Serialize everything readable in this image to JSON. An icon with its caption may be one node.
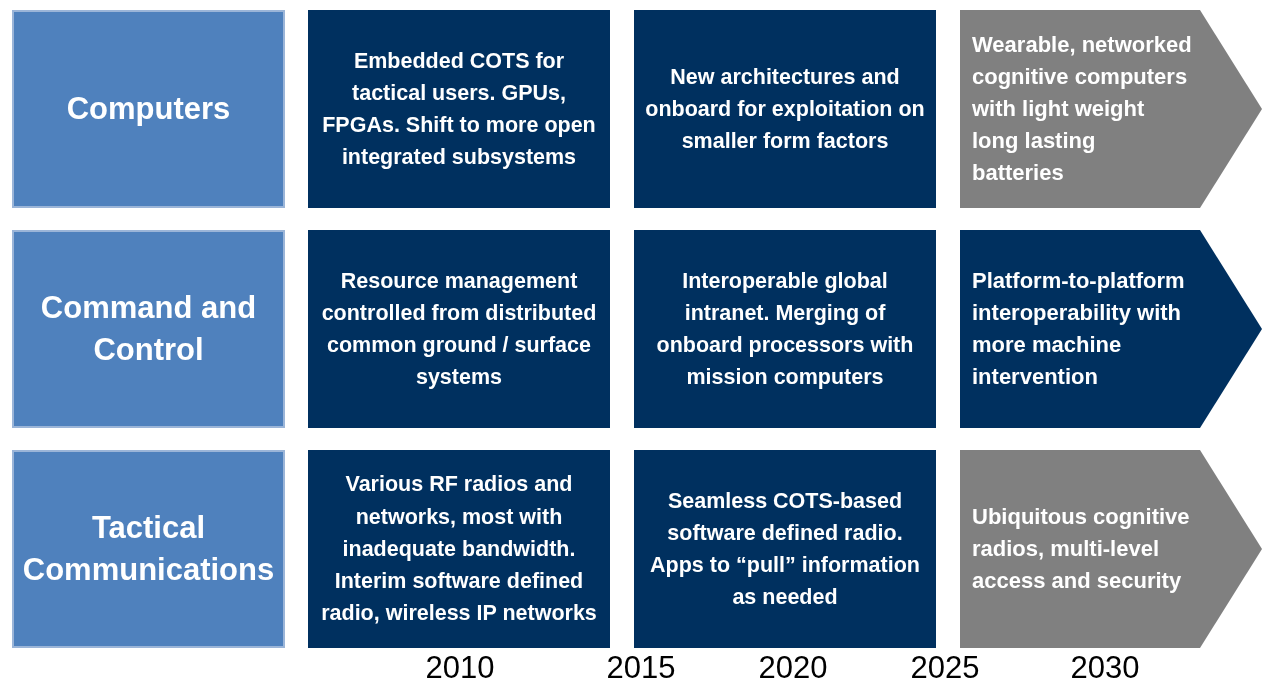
{
  "diagram": {
    "nodes": [
      {
        "text": [
          "Computers"
        ]
      },
      {
        "text": [
          "Embedded COTS for tactical users. GPUs, FPGAs. Shift to more open integrated subsystems"
        ]
      },
      {
        "text": [
          "New architectures and onboard for exploitation on smaller form factors"
        ]
      },
      {
        "text": [
          "Wearable, networked cognitive computers with light weight long lasting batteries"
        ]
      },
      {
        "text": [
          "Command and Control"
        ]
      },
      {
        "text": [
          "Resource management controlled from distributed common ground / surface systems"
        ]
      },
      {
        "text": [
          "Interoperable global intranet. Merging of onboard processors with mission computers"
        ]
      },
      {
        "text": [
          "Platform-to-platform interoperability with more machine intervention"
        ]
      },
      {
        "text": [
          "Tactical Communications"
        ]
      },
      {
        "text": [
          "Various RF radios and networks, most with inadequate bandwidth. Interim software defined radio, wireless IP networks"
        ]
      },
      {
        "text": [
          "Seamless COTS-based software defined radio. Apps to “pull” information as needed"
        ]
      },
      {
        "text": [
          "Ubiquitous cognitive radios, multi-level access and security"
        ]
      }
    ],
    "labels": [
      "2010",
      "2015",
      "2020",
      "2025",
      "2030"
    ]
  }
}
